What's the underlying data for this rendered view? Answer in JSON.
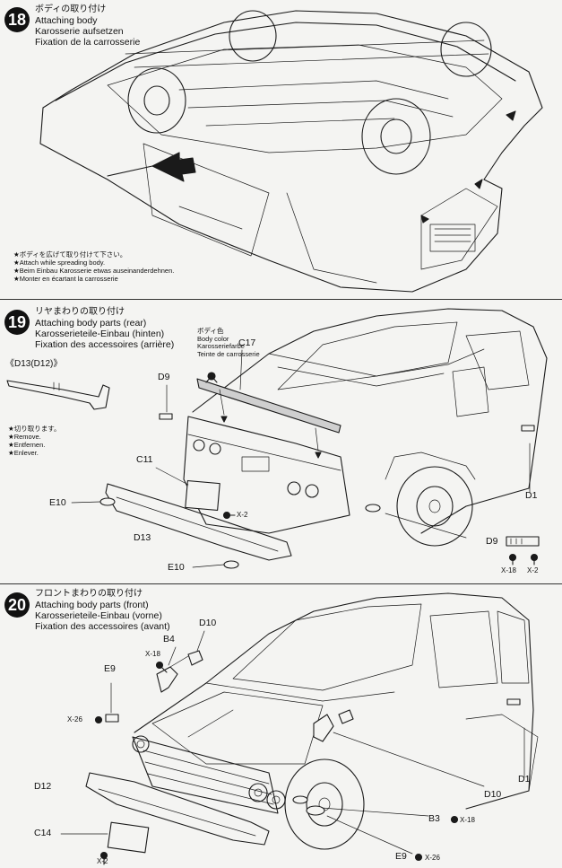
{
  "step18": {
    "number": "18",
    "title_jp": "ボディの取り付け",
    "title_en": "Attaching body",
    "title_de": "Karosserie aufsetzen",
    "title_fr": "Fixation de la carrosserie",
    "note_jp": "★ボディを広げて取り付けて下さい。",
    "note_en": "★Attach while spreading body.",
    "note_de": "★Beim Einbau Karosserie etwas auseinanderdehnen.",
    "note_fr": "★Monter en écartant la carrosserie"
  },
  "step19": {
    "number": "19",
    "title_jp": "リヤまわりの取り付け",
    "title_en": "Attaching body parts (rear)",
    "title_de": "Karosserieteile-Einbau (hinten)",
    "title_fr": "Fixation des accessoires (arrière)",
    "inset_label": "《D13(D12)》",
    "cut_jp": "★切り取ります。",
    "cut_en": "★Remove.",
    "cut_de": "★Entfernen.",
    "cut_fr": "★Enlever.",
    "body_color_jp": "ボディ色",
    "body_color_en": "Body color",
    "body_color_de": "Karosseriefarbe",
    "body_color_fr": "Teinte de carrosserie",
    "parts": {
      "c17": "C17",
      "d9_top": "D9",
      "c11": "C11",
      "e10_left": "E10",
      "d13": "D13",
      "e10_bottom": "E10",
      "d1": "D1",
      "d9_right": "D9"
    },
    "screws": {
      "c11_qty": "X-2",
      "d9_a": "X-18",
      "d9_b": "X-2"
    }
  },
  "step20": {
    "number": "20",
    "title_jp": "フロントまわりの取り付け",
    "title_en": "Attaching body parts (front)",
    "title_de": "Karosserieteile-Einbau (vorne)",
    "title_fr": "Fixation des accessoires (avant)",
    "parts": {
      "d10_top": "D10",
      "b4": "B4",
      "e9_top": "E9",
      "d12": "D12",
      "c14": "C14",
      "d10_right": "D10",
      "d1": "D1",
      "b3": "B3",
      "e9_bottom": "E9"
    },
    "screws": {
      "b4_qty": "X-18",
      "e9_qty": "X-26",
      "c14_qty": "X-2",
      "b3_qty": "X-18",
      "e9b_qty": "X-26"
    }
  }
}
